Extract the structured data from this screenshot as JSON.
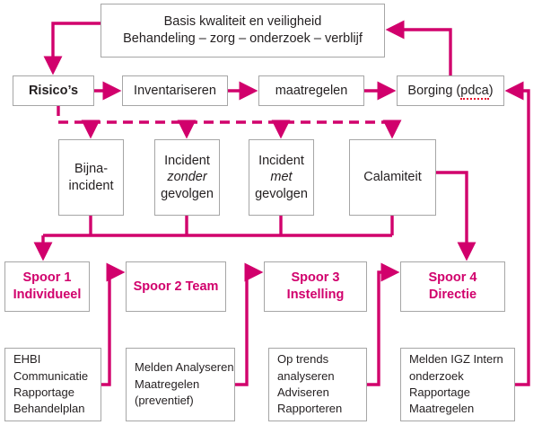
{
  "diagram": {
    "title": "Basis kwaliteit en veiligheid stroomschema",
    "accent_color": "#d1006c",
    "box_border_color": "#a6a6a6",
    "text_color": "#231f20",
    "spell_underline_color": "#e8112d",
    "background": "#ffffff"
  },
  "banner": {
    "line1": "Basis kwaliteit en veiligheid",
    "line2": "Behandeling – zorg – onderzoek – verblijf"
  },
  "process": {
    "risicos": "Risico’s",
    "inventariseren": "Inventariseren",
    "maatregelen": "maatregelen",
    "borging_prefix": "Borging (",
    "borging_underlined": "pdca",
    "borging_suffix": ")"
  },
  "incidents": {
    "bijna": {
      "line1": "Bijna-",
      "line2": "incident"
    },
    "zonder": {
      "line1": "Incident",
      "line2": "zonder",
      "line3": "gevolgen"
    },
    "met": {
      "line1": "Incident",
      "line2": "met",
      "line3": "gevolgen"
    },
    "calamiteit": {
      "line1": "Calamiteit"
    }
  },
  "sporen": [
    {
      "number": "Spoor 1",
      "name": "Individueel"
    },
    {
      "number": "Spoor 2",
      "name": "Team"
    },
    {
      "number": "Spoor 3",
      "name": "Instelling"
    },
    {
      "number": "Spoor 4",
      "name": "Directie"
    }
  ],
  "details": {
    "spoor1": [
      "EHBI",
      "Communicatie",
      "Rapportage",
      "Behandelplan"
    ],
    "spoor2": [
      "Melden",
      "Analyseren",
      "Maatregelen",
      "(preventief)"
    ],
    "spoor3": [
      "Op trends",
      "analyseren",
      "Adviseren",
      "Rapporteren"
    ],
    "spoor4": [
      "Melden IGZ",
      "Intern onderzoek",
      "Rapportage",
      "Maatregelen"
    ]
  }
}
